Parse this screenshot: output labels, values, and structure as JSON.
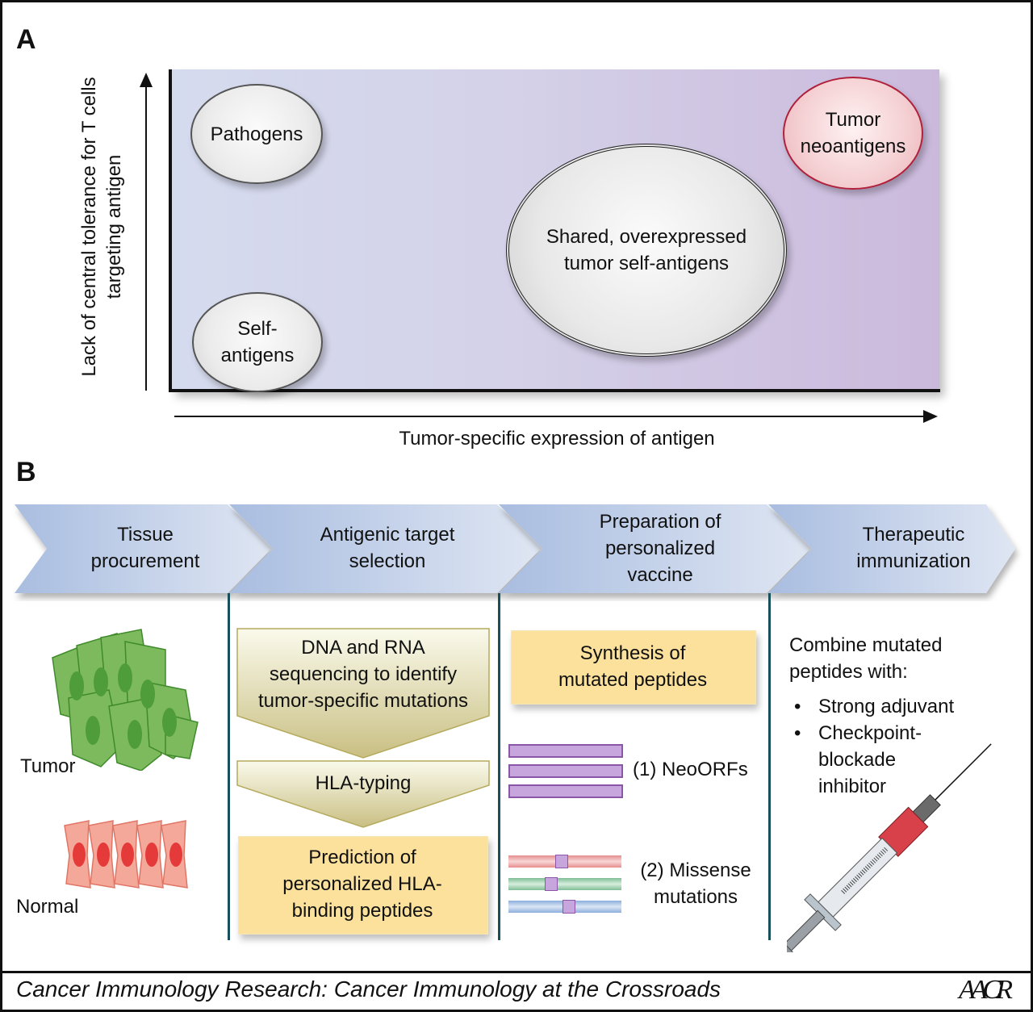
{
  "panel_a": {
    "letter": "A",
    "y_axis_label_line1": "Lack of central tolerance for T cells",
    "y_axis_label_line2": "targeting antigen",
    "x_axis_label": "Tumor-specific expression of antigen",
    "categories": [
      {
        "id": "pathogens",
        "lines": [
          "Pathogens"
        ],
        "style": "grey"
      },
      {
        "id": "self-antigens",
        "lines": [
          "Self-",
          "antigens"
        ],
        "style": "grey"
      },
      {
        "id": "shared-overexpressed",
        "lines": [
          "Shared, overexpressed",
          "tumor self-antigens"
        ],
        "style": "double"
      },
      {
        "id": "tumor-neoantigens",
        "lines": [
          "Tumor",
          "neoantigens"
        ],
        "style": "red"
      }
    ],
    "colors": {
      "plot_left": "#d5dbee",
      "plot_right": "#cbb9dc",
      "neoantigen_border": "#b0203a"
    }
  },
  "panel_b": {
    "letter": "B",
    "steps": [
      {
        "lines": [
          "Tissue",
          "procurement"
        ]
      },
      {
        "lines": [
          "Antigenic target",
          "selection"
        ]
      },
      {
        "lines": [
          "Preparation of",
          "personalized",
          "vaccine"
        ]
      },
      {
        "lines": [
          "Therapeutic",
          "immunization"
        ]
      }
    ],
    "tissue": {
      "tumor_label": "Tumor",
      "normal_label": "Normal"
    },
    "target_selection": {
      "sequencing": [
        "DNA and RNA",
        "sequencing to identify",
        "tumor-specific mutations"
      ],
      "hla_typing": "HLA-typing",
      "prediction": [
        "Prediction of",
        "personalized HLA-",
        "binding peptides"
      ]
    },
    "vaccine_prep": {
      "synthesis": [
        "Synthesis of",
        "mutated peptides"
      ],
      "neoorfs_label": "(1) NeoORFs",
      "missense_label": [
        "(2) Missense",
        "mutations"
      ]
    },
    "immunization": {
      "intro": [
        "Combine mutated",
        "peptides with:"
      ],
      "bullets": [
        {
          "lines": [
            "Strong adjuvant"
          ]
        },
        {
          "lines": [
            "Checkpoint-",
            "blockade",
            "inhibitor"
          ]
        }
      ]
    },
    "colors": {
      "chevron": "#a9bde0",
      "divider": "#17505a",
      "yellow_box": "#fbe19c",
      "olive_arrow": "#b5aa5c"
    }
  },
  "footer": {
    "text": "Cancer Immunology Research: Cancer Immunology at the Crossroads",
    "logo": "AACR"
  }
}
